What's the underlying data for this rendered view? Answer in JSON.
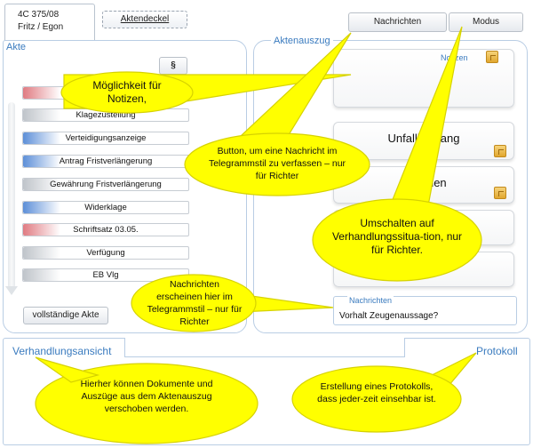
{
  "case": {
    "number": "4C 375/08",
    "parties": "Fritz / Egon"
  },
  "toolbar": {
    "aktendeckel_label": "Aktendeckel",
    "nachrichten_label": "Nachrichten",
    "modus_label": "Modus"
  },
  "akte": {
    "title": "Akte",
    "paragraph_button": "§",
    "documents": [
      {
        "label": "",
        "color": "red"
      },
      {
        "label": "Klagezustellung",
        "color": "gray"
      },
      {
        "label": "Verteidigungsanzeige",
        "color": "blue"
      },
      {
        "label": "Antrag Fristverlängerung",
        "color": "blue"
      },
      {
        "label": "Gewährung Fristverlängerung",
        "color": "gray"
      },
      {
        "label": "Widerklage",
        "color": "blue"
      },
      {
        "label": "Schriftsatz 03.05.",
        "color": "red"
      },
      {
        "label": "Verfügung",
        "color": "gray"
      },
      {
        "label": "EB Vlg",
        "color": "gray"
      }
    ],
    "full_file_button": "vollständige  Akte"
  },
  "aktenauszug": {
    "title": "Aktenauszug",
    "notes_label": "Notizen",
    "cards": [
      "Unfallhergang",
      "Schaden",
      "",
      ""
    ],
    "messages_label": "Nachrichten",
    "message_text": "Vorhalt Zeugenaussage?"
  },
  "verhandlung": {
    "title": "Verhandlungsansicht"
  },
  "protokoll": {
    "title": "Protokoll"
  },
  "callouts": {
    "notes": "Möglichkeit für Notizen,",
    "button": "Button, um eine Nachricht im Telegrammstil zu verfassen  – nur für Richter",
    "mode": "Umschalten auf Verhandlungssitua-tion, nur für Richter.",
    "messages": "Nachrichten erscheinen hier  im Telegrammstil – nur für Richter",
    "documents": "Hierher können Dokumente und Auszüge aus dem Aktenauszug verschoben werden.",
    "protocol": "Erstellung eines Protokolls, dass jeder-zeit einsehbar ist."
  },
  "colors": {
    "accent": "#3a7bbf",
    "callout": "#ffff00",
    "callout_border": "#d6d200"
  },
  "icons": [
    "note-icon"
  ]
}
